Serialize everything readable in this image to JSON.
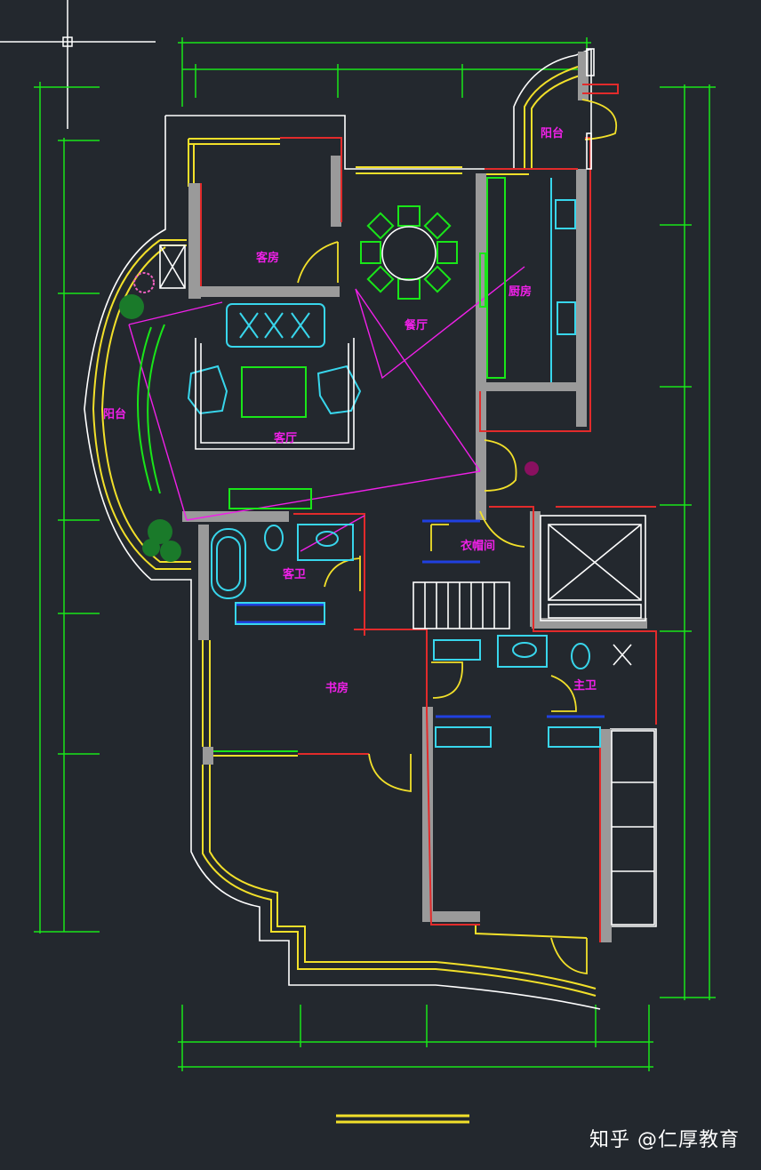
{
  "colors": {
    "background": "#23282e",
    "dimension": "#19e619",
    "outline": "#ffffff",
    "wall_yellow": "#f2e02a",
    "wall_gray": "#9a9a9a",
    "wall_red": "#e22b2b",
    "furniture_cyan": "#38d6ec",
    "label_magenta": "#f020e8",
    "door_yellow": "#f2e02a",
    "blue": "#2040e0"
  },
  "rooms": {
    "dining": "餐厅",
    "bedroom": "客房",
    "living": "客厅",
    "kitchen": "厨房",
    "balcony_left": "阳台",
    "balcony_top": "阳台",
    "guest_bath": "客卫",
    "cloakroom": "衣帽间",
    "study": "书房",
    "master_bath": "主卫"
  },
  "watermark": "知乎 @仁厚教育"
}
